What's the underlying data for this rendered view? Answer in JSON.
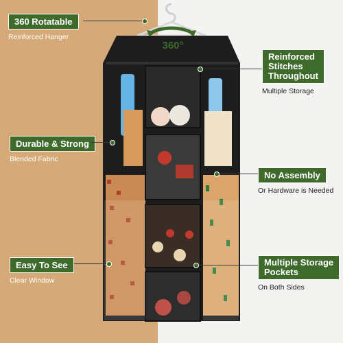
{
  "callouts": {
    "rotatable": {
      "title": "360 Rotatable",
      "subtitle": "Reinforced Hanger"
    },
    "stitches": {
      "title_line1": "Reinforced",
      "title_line2": "Stitches",
      "title_line3": "Throughout",
      "subtitle": "Multiple Storage"
    },
    "durable": {
      "title": "Durable & Strong",
      "subtitle": "Blended Fabric"
    },
    "assembly": {
      "title": "No Assembly",
      "subtitle": "Or Hardware is Needed"
    },
    "easy": {
      "title": "Easy To See",
      "subtitle": "Clear Window"
    },
    "pockets": {
      "title_line1": "Multiple Storage",
      "title_line2": "Pockets",
      "subtitle": "On Both Sides"
    }
  },
  "badge": {
    "degrees": "360°"
  },
  "colors": {
    "accent": "#3e6b2c",
    "left_bg": "#d6aa78",
    "right_bg": "#f3f3f2",
    "bag": "#1e1e1e"
  },
  "icons": [
    "hanger-icon",
    "rotation-arrow-icon"
  ]
}
